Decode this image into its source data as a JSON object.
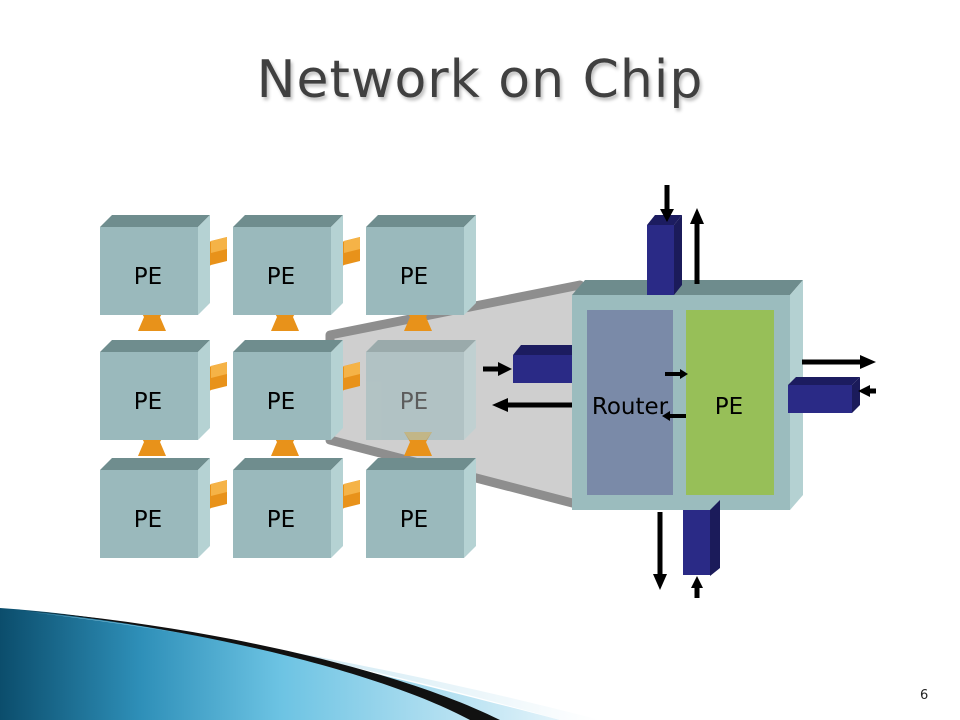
{
  "slide": {
    "title": "Network on Chip",
    "number": "6"
  },
  "diagram": {
    "pe_label": "PE",
    "router_label": "Router",
    "node_pe_label": "PE",
    "colors": {
      "cube_front": "#9ab9bc",
      "cube_top": "#6f8d8e",
      "cube_side": "#b5d2d3",
      "link_arrow": "#e8921a",
      "router": "#7a8aa8",
      "pe_block": "#97bf58",
      "port": "#2a2a86",
      "arrow": "#000000",
      "zoom_fill": "#cdcdcd",
      "zoom_edge": "#8f8f8f",
      "footer_dark": "#0a4a6a",
      "footer_light": "#5bb5d8"
    }
  }
}
